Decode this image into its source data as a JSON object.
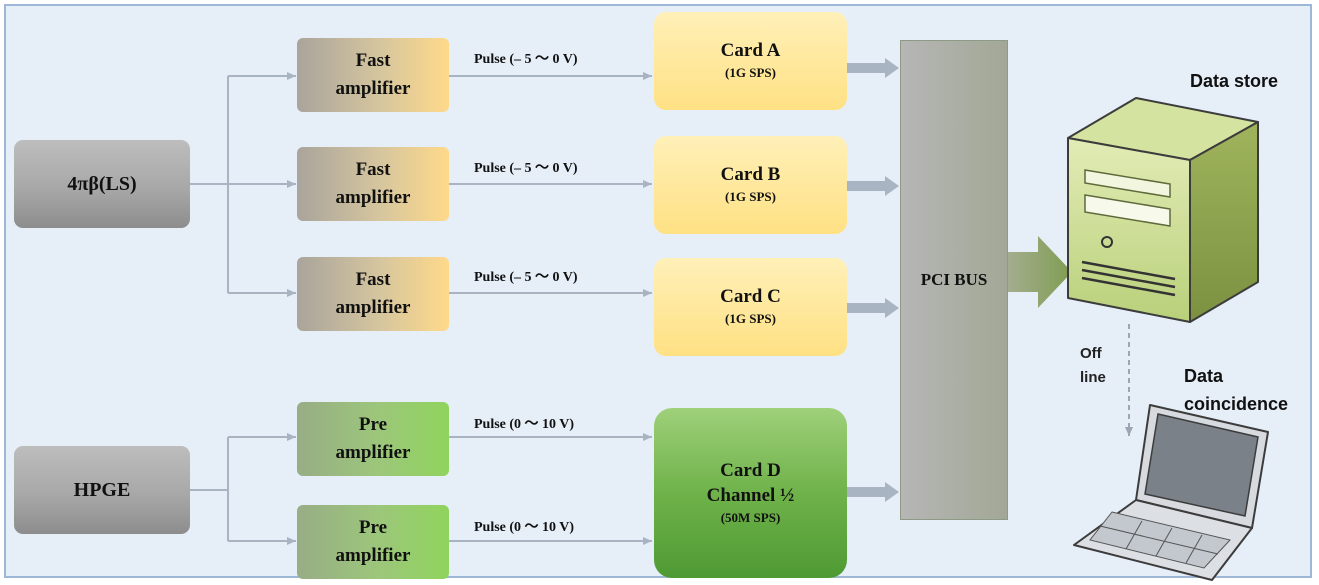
{
  "sources": {
    "ls": "4πβ(LS)",
    "hpge": "HPGE"
  },
  "amplifiers": [
    {
      "line1": "Fast",
      "line2": "amplifier"
    },
    {
      "line1": "Fast",
      "line2": "amplifier"
    },
    {
      "line1": "Fast",
      "line2": "amplifier"
    },
    {
      "line1": "Pre",
      "line2": "amplifier"
    },
    {
      "line1": "Pre",
      "line2": "amplifier"
    }
  ],
  "pulses": [
    "Pulse (– 5 ～ 0 V)",
    "Pulse (– 5 ～ 0 V)",
    "Pulse (– 5 ～ 0 V)",
    "Pulse (0 ～ 10 V)",
    "Pulse (0 ～ 10 V)"
  ],
  "cards": [
    {
      "title": "Card A",
      "rate": "(1G SPS)"
    },
    {
      "title": "Card B",
      "rate": "(1G SPS)"
    },
    {
      "title": "Card C",
      "rate": "(1G SPS)"
    }
  ],
  "card_d": {
    "title": "Card D",
    "channel": "Channel ½",
    "rate": "(50M SPS)"
  },
  "bus": "PCI BUS",
  "data_store": "Data store",
  "offline": {
    "line1": "Off",
    "line2": "line"
  },
  "coincidence": {
    "line1": "Data",
    "line2": "coincidence"
  },
  "colors": {
    "background": "#e6eef8",
    "connector": "#a9b4c2",
    "bus_arrow": "#8fa66a",
    "computer": "#c8dc8e"
  }
}
